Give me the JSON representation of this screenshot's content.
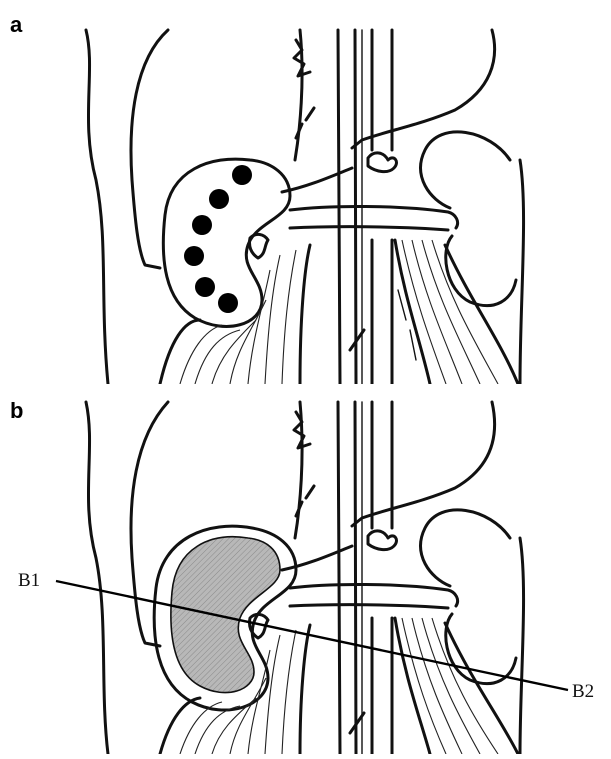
{
  "panels": [
    {
      "letter": "a"
    },
    {
      "letter": "b"
    }
  ],
  "section_line": {
    "start_label": "B1",
    "end_label": "B2"
  }
}
